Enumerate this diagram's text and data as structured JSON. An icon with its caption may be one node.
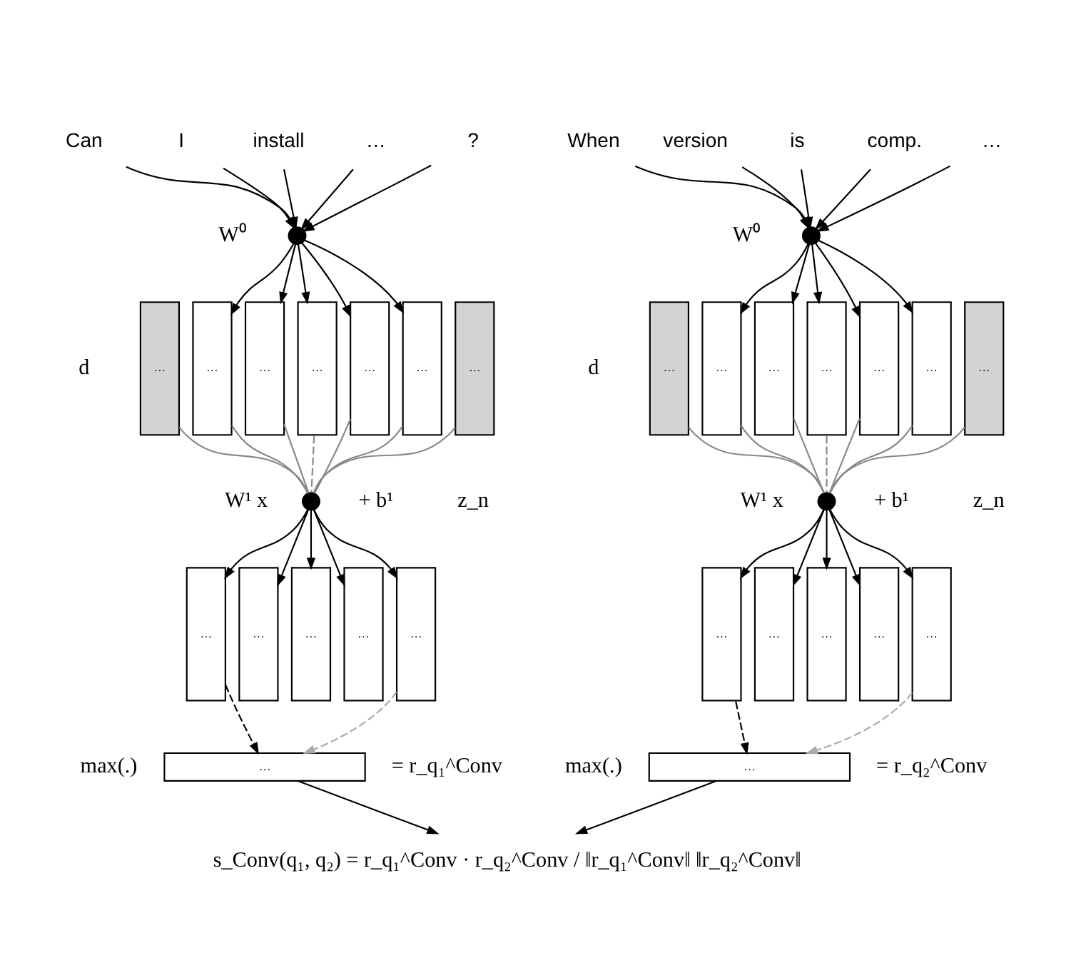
{
  "diagram": {
    "nodes": [
      {
        "text": [
          "Can"
        ]
      },
      {
        "text": [
          "I"
        ]
      },
      {
        "text": [
          "install"
        ]
      },
      {
        "text": [
          "…"
        ]
      },
      {
        "text": [
          "?"
        ]
      },
      {
        "text": [],
        "shape": "circle",
        "beside": [
          "W⁰"
        ]
      },
      {
        "text": [
          "…"
        ]
      },
      {
        "text": [
          "…"
        ]
      },
      {
        "text": [
          "…"
        ]
      },
      {
        "text": [
          "…"
        ]
      },
      {
        "text": [
          "…"
        ]
      },
      {
        "text": [
          "…"
        ]
      },
      {
        "text": [
          "…"
        ]
      },
      {
        "text": [],
        "shape": "circle",
        "beside": [
          "W¹ x",
          "+ b¹"
        ]
      },
      {
        "text": [
          "…"
        ]
      },
      {
        "text": [
          "…"
        ]
      },
      {
        "text": [
          "…"
        ]
      },
      {
        "text": [
          "…"
        ]
      },
      {
        "text": [
          "…"
        ]
      },
      {
        "text": [
          "…"
        ],
        "beside": [
          "max(.)",
          "= r_q₁^Conv"
        ]
      },
      {
        "text": [
          "When"
        ]
      },
      {
        "text": [
          "version"
        ]
      },
      {
        "text": [
          "is"
        ]
      },
      {
        "text": [
          "comp."
        ]
      },
      {
        "text": [
          "…"
        ]
      },
      {
        "text": [],
        "shape": "circle",
        "beside": [
          "W⁰"
        ]
      },
      {
        "text": [
          "…"
        ]
      },
      {
        "text": [
          "…"
        ]
      },
      {
        "text": [
          "…"
        ]
      },
      {
        "text": [
          "…"
        ]
      },
      {
        "text": [
          "…"
        ]
      },
      {
        "text": [
          "…"
        ]
      },
      {
        "text": [
          "…"
        ]
      },
      {
        "text": [],
        "shape": "circle",
        "beside": [
          "W¹ x",
          "+ b¹"
        ]
      },
      {
        "text": [
          "…"
        ]
      },
      {
        "text": [
          "…"
        ]
      },
      {
        "text": [
          "…"
        ]
      },
      {
        "text": [
          "…"
        ]
      },
      {
        "text": [
          "…"
        ]
      },
      {
        "text": [
          "…"
        ],
        "beside": [
          "max(.)",
          "= r_q₂^Conv"
        ]
      },
      {
        "text": [
          "s_Conv(q₁, q₂) = r_q₁^Conv · r_q₂^Conv / ‖r_q₁^Conv‖ ‖r_q₂^Conv‖"
        ]
      }
    ],
    "edges": [
      {
        "from": 0,
        "to": 5,
        "arrow": "to"
      },
      {
        "from": 1,
        "to": 5,
        "arrow": "to"
      },
      {
        "from": 2,
        "to": 5,
        "arrow": "to"
      },
      {
        "from": 3,
        "to": 5,
        "arrow": "to"
      },
      {
        "from": 4,
        "to": 5,
        "arrow": "to"
      },
      {
        "from": 5,
        "to": 7,
        "arrow": "to"
      },
      {
        "from": 5,
        "to": 8,
        "arrow": "to"
      },
      {
        "from": 5,
        "to": 9,
        "arrow": "to"
      },
      {
        "from": 5,
        "to": 10,
        "arrow": "to"
      },
      {
        "from": 5,
        "to": 11,
        "arrow": "to"
      },
      {
        "from": 6,
        "to": 13,
        "arrow": "none",
        "color": "#888888"
      },
      {
        "from": 7,
        "to": 13,
        "arrow": "none",
        "color": "#888888"
      },
      {
        "from": 8,
        "to": 13,
        "arrow": "none",
        "color": "#888888"
      },
      {
        "from": 9,
        "to": 13,
        "arrow": "none",
        "style": "dashed",
        "color": "#888888"
      },
      {
        "from": 10,
        "to": 13,
        "arrow": "none",
        "color": "#888888"
      },
      {
        "from": 11,
        "to": 13,
        "arrow": "none",
        "color": "#888888"
      },
      {
        "from": 12,
        "to": 13,
        "arrow": "none",
        "color": "#888888"
      },
      {
        "from": 13,
        "to": 14,
        "arrow": "to"
      },
      {
        "from": 13,
        "to": 15,
        "arrow": "to"
      },
      {
        "from": 13,
        "to": 16,
        "arrow": "to"
      },
      {
        "from": 13,
        "to": 17,
        "arrow": "to"
      },
      {
        "from": 13,
        "to": 18,
        "arrow": "to"
      },
      {
        "from": 14,
        "to": 19,
        "arrow": "to",
        "style": "dashed"
      },
      {
        "from": 18,
        "to": 19,
        "arrow": "to",
        "style": "dashed",
        "color": "#aaaaaa"
      },
      {
        "from": 20,
        "to": 25,
        "arrow": "to"
      },
      {
        "from": 21,
        "to": 25,
        "arrow": "to"
      },
      {
        "from": 22,
        "to": 25,
        "arrow": "to"
      },
      {
        "from": 23,
        "to": 25,
        "arrow": "to"
      },
      {
        "from": 24,
        "to": 25,
        "arrow": "to"
      },
      {
        "from": 25,
        "to": 27,
        "arrow": "to"
      },
      {
        "from": 25,
        "to": 28,
        "arrow": "to"
      },
      {
        "from": 25,
        "to": 29,
        "arrow": "to"
      },
      {
        "from": 25,
        "to": 30,
        "arrow": "to"
      },
      {
        "from": 25,
        "to": 31,
        "arrow": "to"
      },
      {
        "from": 26,
        "to": 33,
        "arrow": "none",
        "color": "#888888"
      },
      {
        "from": 27,
        "to": 33,
        "arrow": "none",
        "color": "#888888"
      },
      {
        "from": 28,
        "to": 33,
        "arrow": "none",
        "color": "#888888"
      },
      {
        "from": 29,
        "to": 33,
        "arrow": "none",
        "style": "dashed",
        "color": "#888888"
      },
      {
        "from": 30,
        "to": 33,
        "arrow": "none",
        "color": "#888888"
      },
      {
        "from": 31,
        "to": 33,
        "arrow": "none",
        "color": "#888888"
      },
      {
        "from": 32,
        "to": 33,
        "arrow": "none",
        "color": "#888888"
      },
      {
        "from": 33,
        "to": 34,
        "arrow": "to"
      },
      {
        "from": 33,
        "to": 35,
        "arrow": "to"
      },
      {
        "from": 33,
        "to": 36,
        "arrow": "to"
      },
      {
        "from": 33,
        "to": 37,
        "arrow": "to"
      },
      {
        "from": 33,
        "to": 38,
        "arrow": "to"
      },
      {
        "from": 34,
        "to": 39,
        "arrow": "to",
        "style": "dashed"
      },
      {
        "from": 38,
        "to": 39,
        "arrow": "to",
        "style": "dashed",
        "color": "#aaaaaa"
      },
      {
        "from": 19,
        "to": 40,
        "arrow": "to"
      },
      {
        "from": 39,
        "to": 40,
        "arrow": "to"
      }
    ],
    "labels": [
      "d",
      "z_n",
      "d",
      "z_n"
    ]
  }
}
